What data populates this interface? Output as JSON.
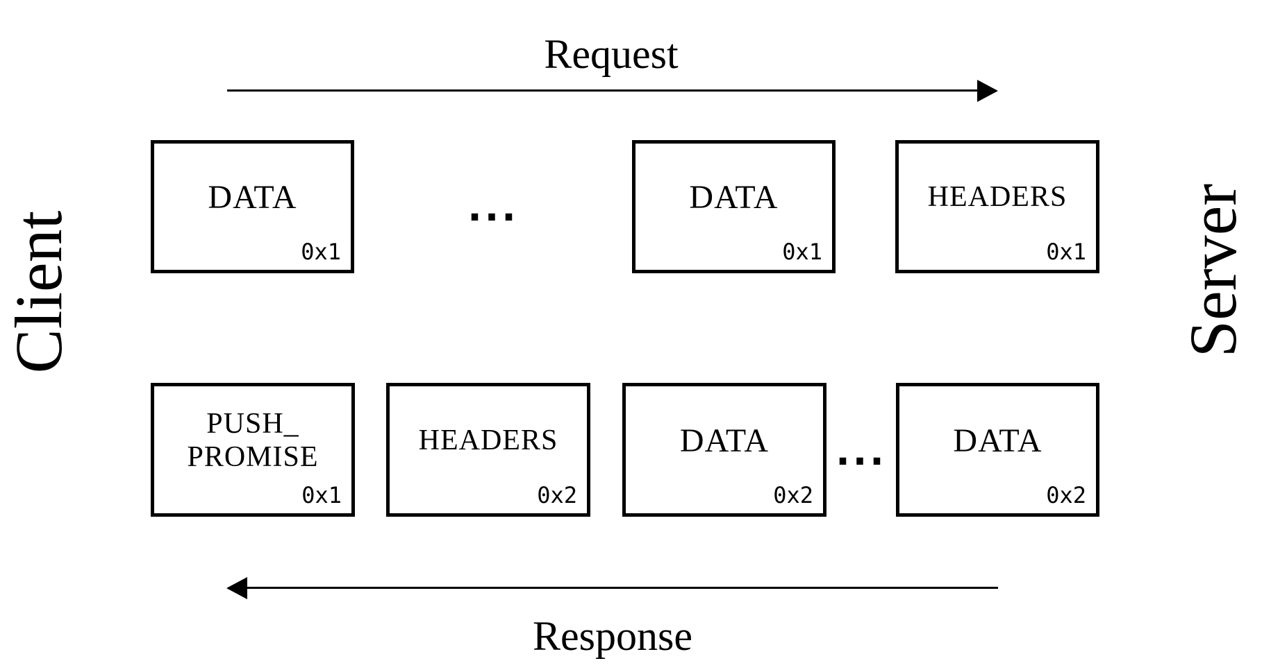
{
  "colors": {
    "background": "#ffffff",
    "ink": "#000000"
  },
  "actors": {
    "left": "Client",
    "right": "Server"
  },
  "request": {
    "label": "Request",
    "direction": "right"
  },
  "response": {
    "label": "Response",
    "direction": "left"
  },
  "ellipsis": "...",
  "request_frames": [
    {
      "type": "DATA",
      "stream": "0x1"
    },
    {
      "type": "DATA",
      "stream": "0x1"
    },
    {
      "type": "HEADERS",
      "stream": "0x1"
    }
  ],
  "response_frames": [
    {
      "type_line1": "PUSH_",
      "type_line2": "PROMISE",
      "stream": "0x1"
    },
    {
      "type": "HEADERS",
      "stream": "0x2"
    },
    {
      "type": "DATA",
      "stream": "0x2"
    },
    {
      "type": "DATA",
      "stream": "0x2"
    }
  ]
}
